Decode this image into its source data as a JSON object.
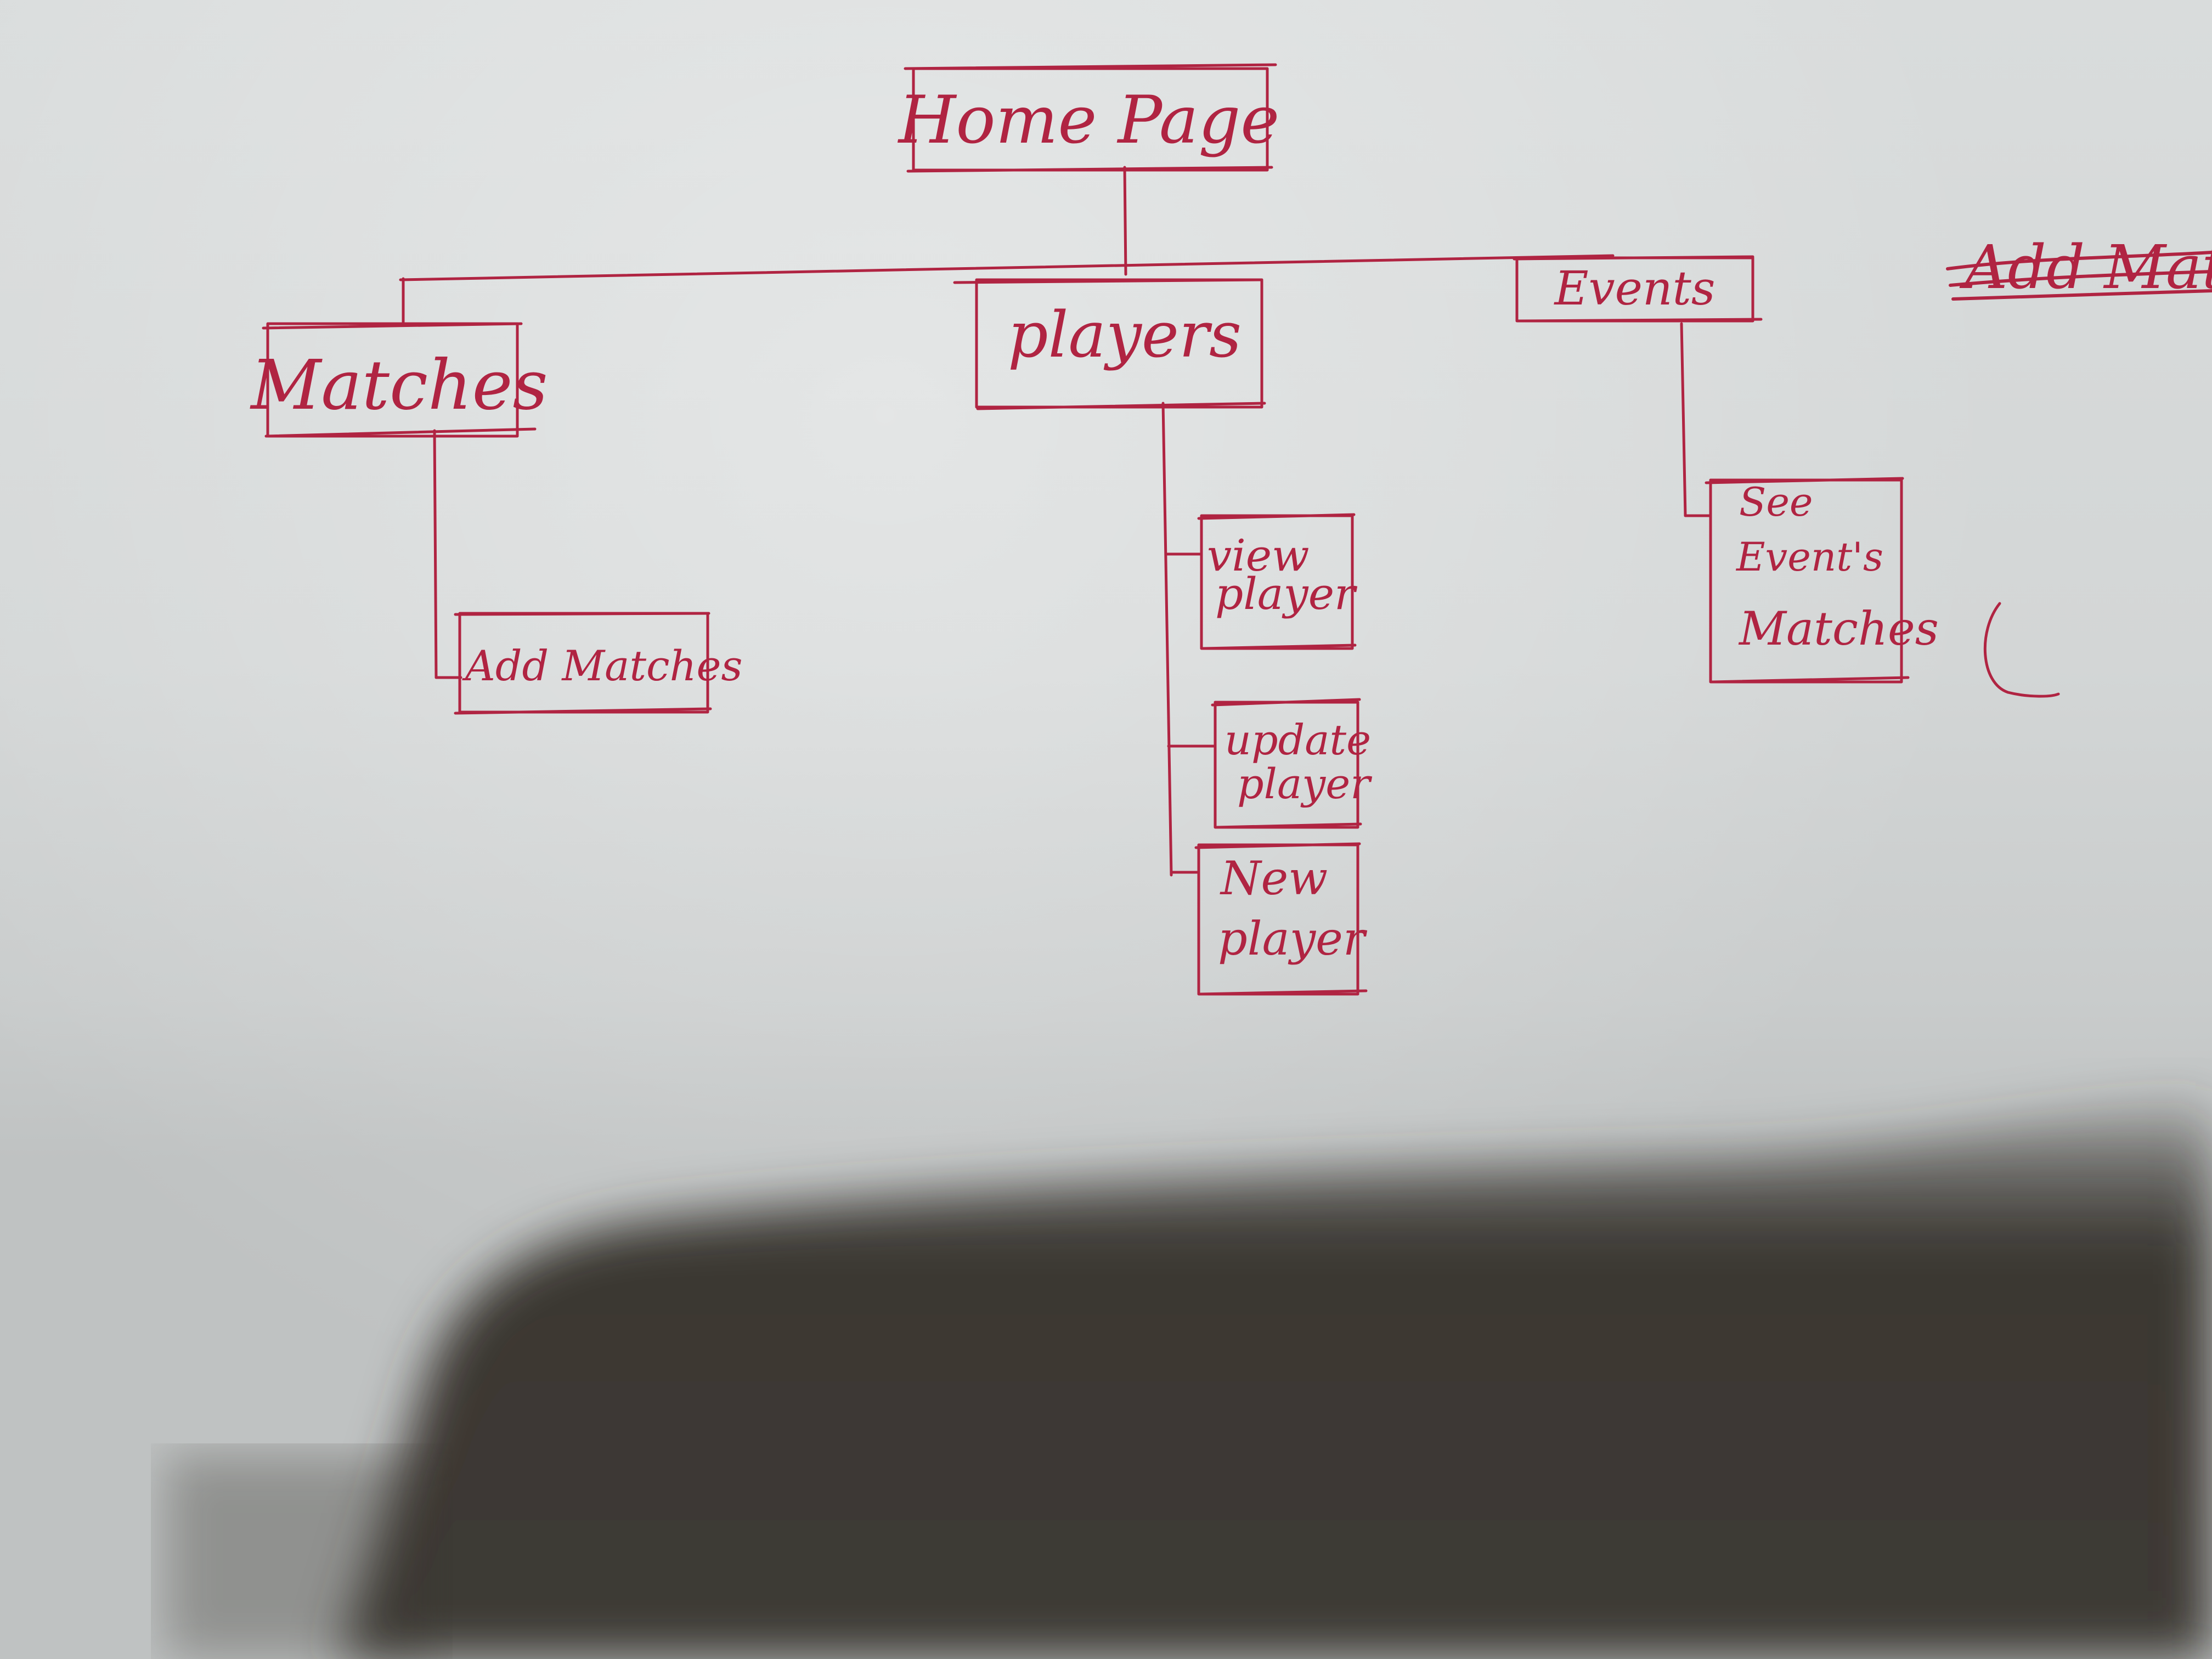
{
  "diagram": {
    "ink_color": "#b02442",
    "nodes": {
      "home": {
        "lines": [
          "Home Page"
        ]
      },
      "matches": {
        "lines": [
          "Matches"
        ]
      },
      "players": {
        "lines": [
          "players"
        ]
      },
      "events": {
        "lines": [
          "Events"
        ]
      },
      "add_matches": {
        "lines": [
          "Add Matches"
        ]
      },
      "view_player": {
        "lines": [
          "view",
          "player"
        ]
      },
      "update_player": {
        "lines": [
          "update",
          "player"
        ]
      },
      "new_player": {
        "lines": [
          "New",
          "player"
        ]
      },
      "see_events_matches": {
        "lines": [
          "See",
          "Event's",
          "Matches"
        ]
      }
    },
    "crossed_out_text": "Add Matc"
  }
}
